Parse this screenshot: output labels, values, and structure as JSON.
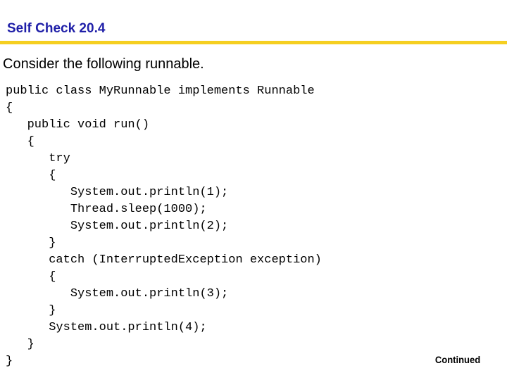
{
  "slide": {
    "title": "Self Check 20.4",
    "title_color": "#1f1fa8",
    "rule_color": "#f5cf21",
    "background_color": "#ffffff",
    "intro": "Consider the following runnable.",
    "footer_note": "Continued"
  },
  "code": {
    "language": "java",
    "lines": [
      "public class MyRunnable implements Runnable",
      "{",
      "   public void run()",
      "   {",
      "      try",
      "      {",
      "         System.out.println(1);",
      "         Thread.sleep(1000);",
      "         System.out.println(2);",
      "      }",
      "      catch (InterruptedException exception)",
      "      {",
      "         System.out.println(3);",
      "      }",
      "      System.out.println(4);",
      "   }",
      "}"
    ]
  }
}
